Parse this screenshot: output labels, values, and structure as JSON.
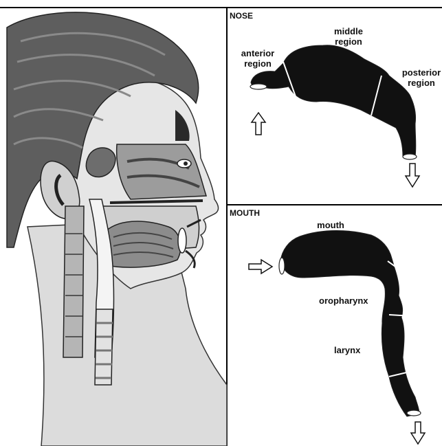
{
  "panels": {
    "nose": {
      "heading": "NOSE",
      "regions": {
        "anterior": "anterior\nregion",
        "middle": "middle\nregion",
        "posterior": "posterior\nregion"
      }
    },
    "mouth": {
      "heading": "MOUTH",
      "regions": {
        "mouth": "mouth",
        "oropharynx": "oropharynx",
        "larynx": "larynx"
      }
    }
  },
  "colors": {
    "airway": "#111111",
    "outline": "#222222",
    "skin": "#d9d9d9",
    "hair": "#5a5a5a",
    "tissue": "#9a9a9a"
  }
}
